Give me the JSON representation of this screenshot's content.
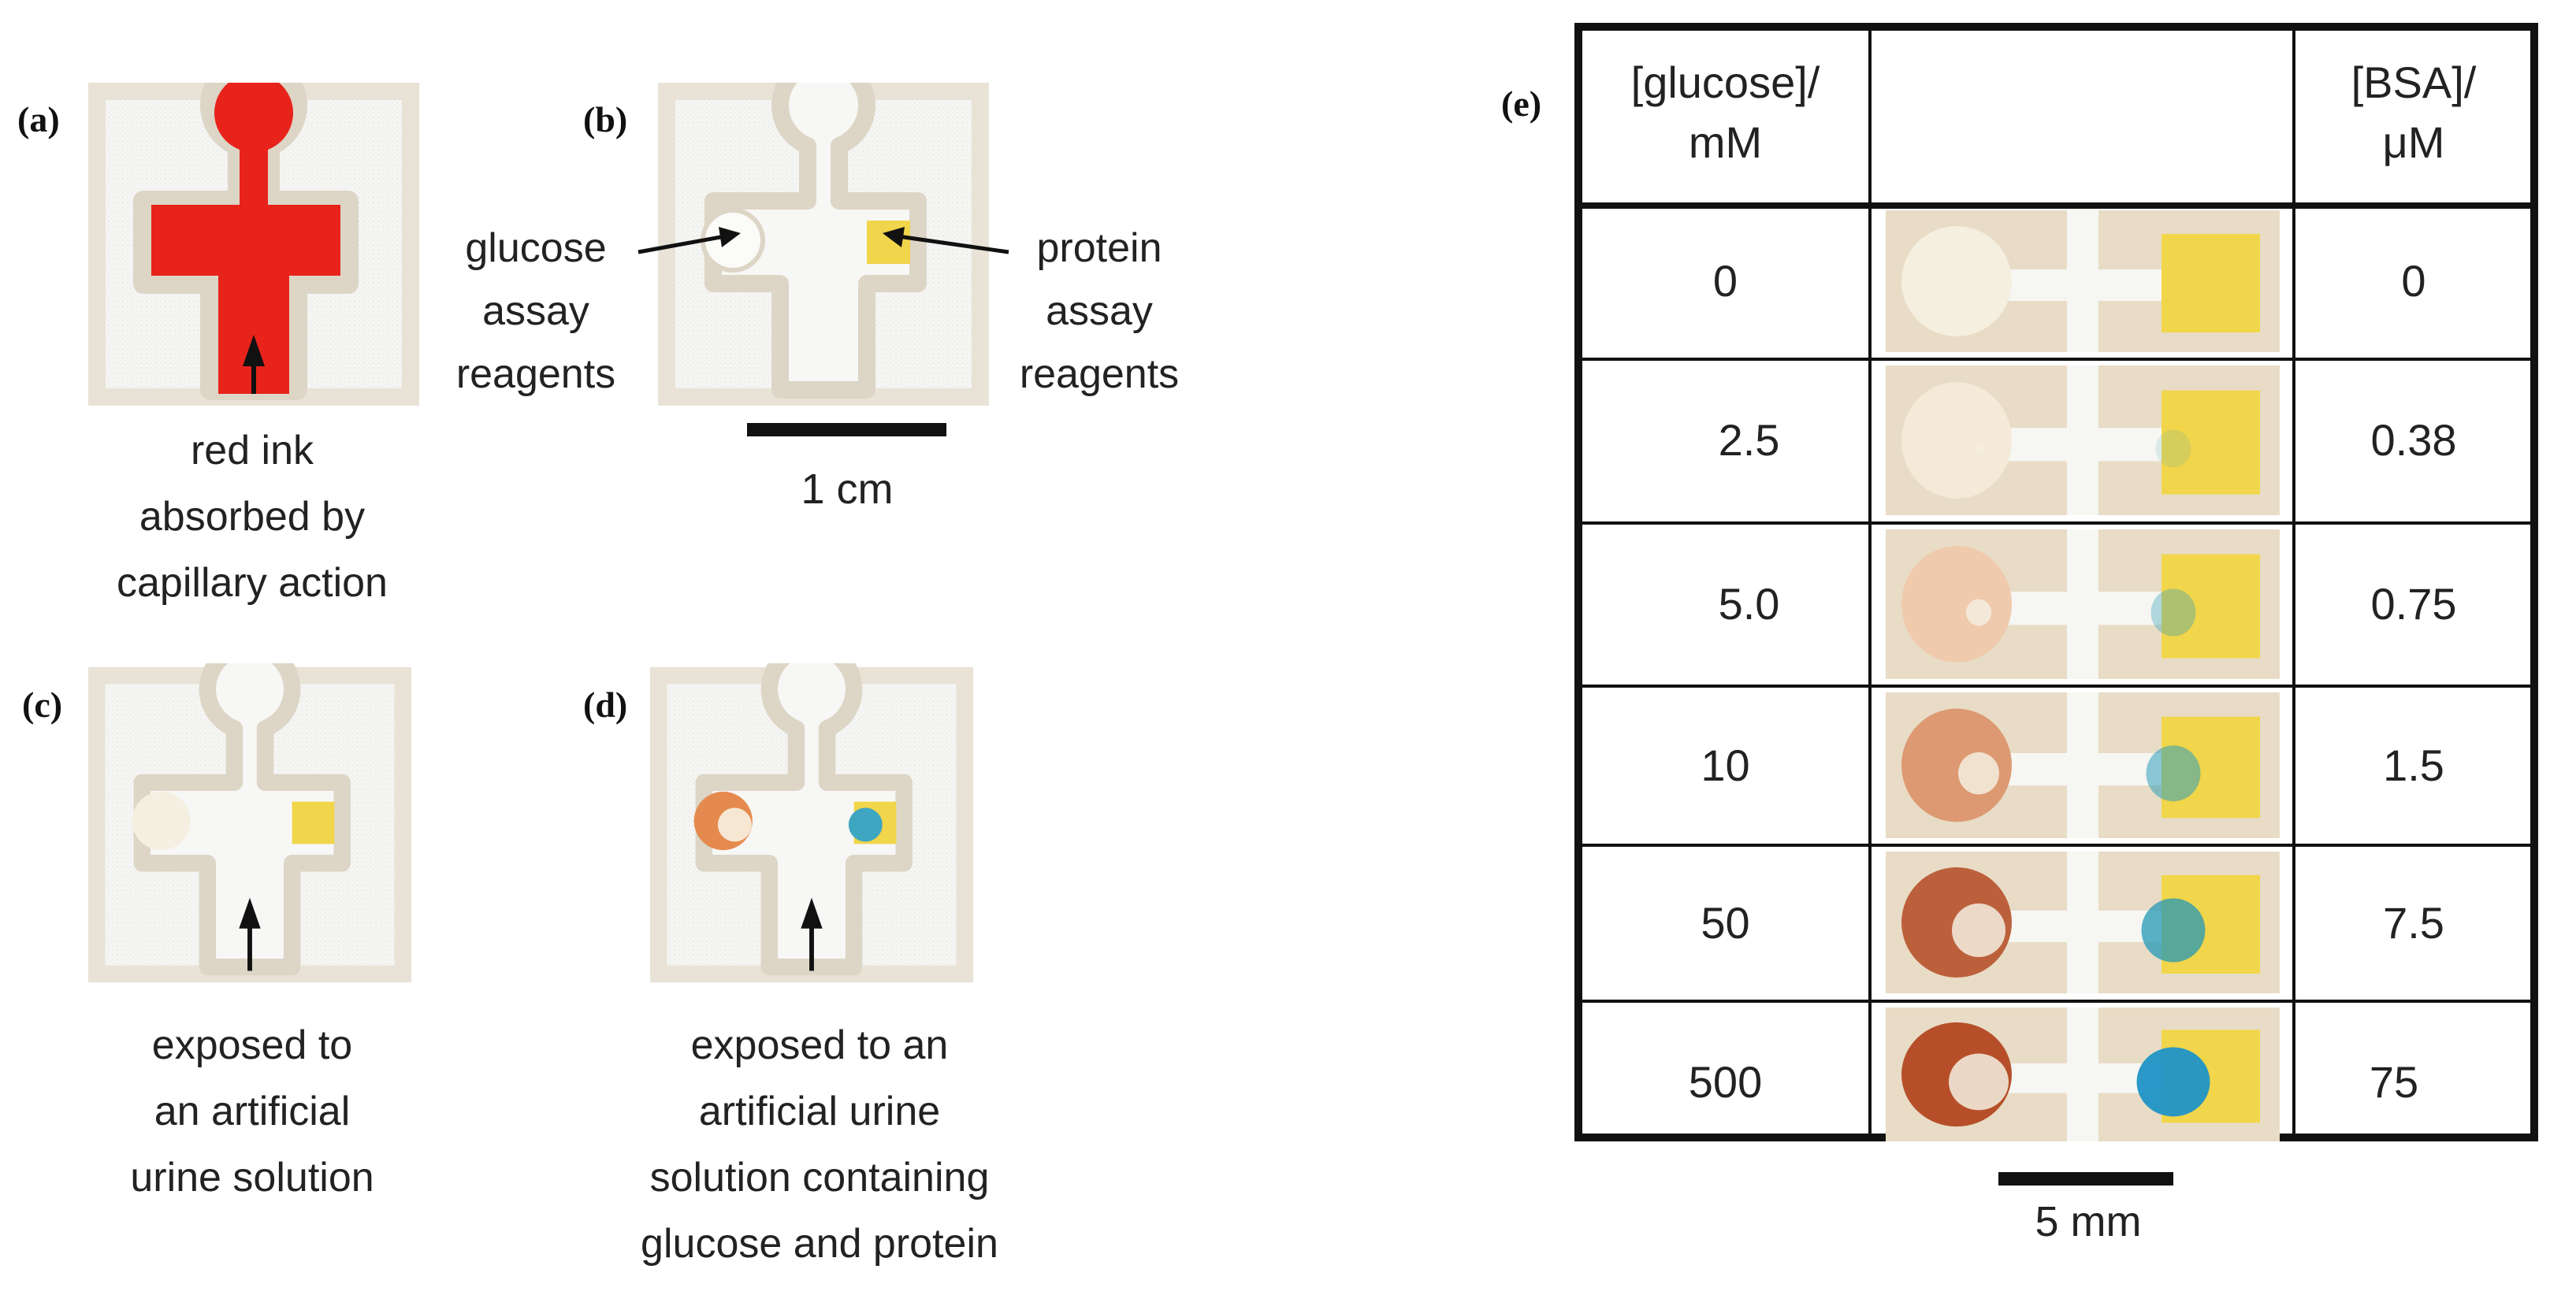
{
  "panels": {
    "a": {
      "letter": "(a)",
      "caption": [
        "red ink",
        "absorbed by",
        "capillary action"
      ]
    },
    "b": {
      "letter": "(b)",
      "left_callout": [
        "glucose",
        "assay",
        "reagents"
      ],
      "right_callout": [
        "protein",
        "assay",
        "reagents"
      ],
      "scale_label": "1 cm"
    },
    "c": {
      "letter": "(c)",
      "caption": [
        "exposed to",
        "an artificial",
        "urine solution"
      ]
    },
    "d": {
      "letter": "(d)",
      "caption": [
        "exposed to an",
        "artificial urine",
        "solution containing",
        "glucose and protein"
      ]
    },
    "e": {
      "letter": "(e)",
      "header": {
        "glucose": [
          "[glucose]/",
          "mM"
        ],
        "bsa": [
          "[BSA]/",
          "μM"
        ]
      },
      "rows": [
        {
          "glucose": "0",
          "bsa": "0",
          "glucose_color": "#f4ecd8",
          "glucose_level": 0.0,
          "protein_color": "#3fa6c2",
          "protein_level": 0.0
        },
        {
          "glucose": "2.5",
          "bsa": "0.38",
          "glucose_color": "#efcfa5",
          "glucose_level": 0.15,
          "protein_color": "#3fa6c2",
          "protein_level": 0.15
        },
        {
          "glucose": "5.0",
          "bsa": "0.75",
          "glucose_color": "#e59460",
          "glucose_level": 0.4,
          "protein_color": "#2e9fb8",
          "protein_level": 0.35
        },
        {
          "glucose": "10",
          "bsa": "1.5",
          "glucose_color": "#cf6a38",
          "glucose_level": 0.65,
          "protein_color": "#2e9fb8",
          "protein_level": 0.55
        },
        {
          "glucose": "50",
          "bsa": "7.5",
          "glucose_color": "#b2461f",
          "glucose_level": 0.85,
          "protein_color": "#2398b5",
          "protein_level": 0.75
        },
        {
          "glucose": "500",
          "bsa": "75",
          "glucose_color": "#b2461f",
          "glucose_level": 0.95,
          "protein_color": "#1f93c6",
          "protein_level": 0.95
        }
      ],
      "scale_label": "5 mm"
    }
  },
  "colors": {
    "red_ink": "#e8231c",
    "protein_reagent": "#f1d54a",
    "paper": "#f4f4f4",
    "frame": "#e6dfd2"
  }
}
